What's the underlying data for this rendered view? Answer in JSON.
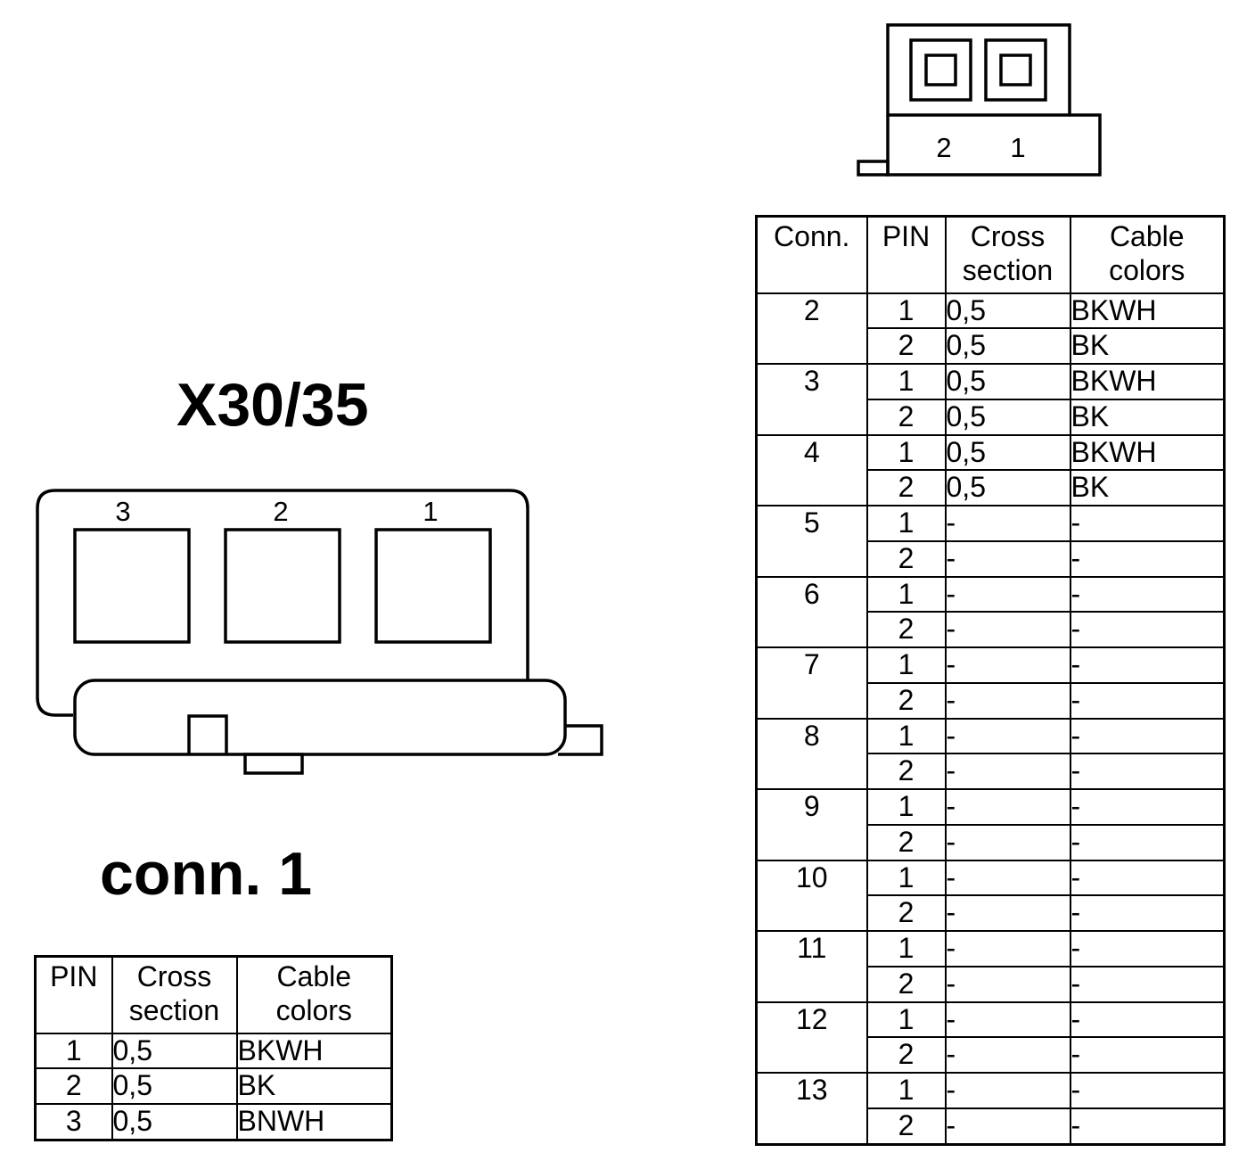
{
  "connector_label": "X30/35",
  "conn1_label": "conn. 1",
  "conn1_drawing": {
    "pin_numbers": [
      "3",
      "2",
      "1"
    ]
  },
  "plug_drawing": {
    "pin_numbers": [
      "2",
      "1"
    ]
  },
  "conn1_table": {
    "headers": {
      "pin": "PIN",
      "cross_section": [
        "Cross",
        "section"
      ],
      "cable_colors": [
        "Cable",
        "colors"
      ]
    },
    "rows": [
      {
        "pin": "1",
        "cross_section": "0,5",
        "cable_color": "BKWH"
      },
      {
        "pin": "2",
        "cross_section": "0,5",
        "cable_color": "BK"
      },
      {
        "pin": "3",
        "cross_section": "0,5",
        "cable_color": "BNWH"
      }
    ]
  },
  "main_table": {
    "headers": {
      "conn": "Conn.",
      "pin": "PIN",
      "cross_section": [
        "Cross",
        "section"
      ],
      "cable_colors": [
        "Cable",
        "colors"
      ]
    },
    "groups": [
      {
        "conn": "2",
        "rows": [
          {
            "pin": "1",
            "cross_section": "0,5",
            "cable_color": "BKWH"
          },
          {
            "pin": "2",
            "cross_section": "0,5",
            "cable_color": "BK"
          }
        ]
      },
      {
        "conn": "3",
        "rows": [
          {
            "pin": "1",
            "cross_section": "0,5",
            "cable_color": "BKWH"
          },
          {
            "pin": "2",
            "cross_section": "0,5",
            "cable_color": "BK"
          }
        ]
      },
      {
        "conn": "4",
        "rows": [
          {
            "pin": "1",
            "cross_section": "0,5",
            "cable_color": "BKWH"
          },
          {
            "pin": "2",
            "cross_section": "0,5",
            "cable_color": "BK"
          }
        ]
      },
      {
        "conn": "5",
        "rows": [
          {
            "pin": "1",
            "cross_section": "-",
            "cable_color": "-"
          },
          {
            "pin": "2",
            "cross_section": "-",
            "cable_color": "-"
          }
        ]
      },
      {
        "conn": "6",
        "rows": [
          {
            "pin": "1",
            "cross_section": "-",
            "cable_color": "-"
          },
          {
            "pin": "2",
            "cross_section": "-",
            "cable_color": "-"
          }
        ]
      },
      {
        "conn": "7",
        "rows": [
          {
            "pin": "1",
            "cross_section": "-",
            "cable_color": "-"
          },
          {
            "pin": "2",
            "cross_section": "-",
            "cable_color": "-"
          }
        ]
      },
      {
        "conn": "8",
        "rows": [
          {
            "pin": "1",
            "cross_section": "-",
            "cable_color": "-"
          },
          {
            "pin": "2",
            "cross_section": "-",
            "cable_color": "-"
          }
        ]
      },
      {
        "conn": "9",
        "rows": [
          {
            "pin": "1",
            "cross_section": "-",
            "cable_color": "-"
          },
          {
            "pin": "2",
            "cross_section": "-",
            "cable_color": "-"
          }
        ]
      },
      {
        "conn": "10",
        "rows": [
          {
            "pin": "1",
            "cross_section": "-",
            "cable_color": "-"
          },
          {
            "pin": "2",
            "cross_section": "-",
            "cable_color": "-"
          }
        ]
      },
      {
        "conn": "11",
        "rows": [
          {
            "pin": "1",
            "cross_section": "-",
            "cable_color": "-"
          },
          {
            "pin": "2",
            "cross_section": "-",
            "cable_color": "-"
          }
        ]
      },
      {
        "conn": "12",
        "rows": [
          {
            "pin": "1",
            "cross_section": "-",
            "cable_color": "-"
          },
          {
            "pin": "2",
            "cross_section": "-",
            "cable_color": "-"
          }
        ]
      },
      {
        "conn": "13",
        "rows": [
          {
            "pin": "1",
            "cross_section": "-",
            "cable_color": "-"
          },
          {
            "pin": "2",
            "cross_section": "-",
            "cable_color": "-"
          }
        ]
      }
    ]
  }
}
